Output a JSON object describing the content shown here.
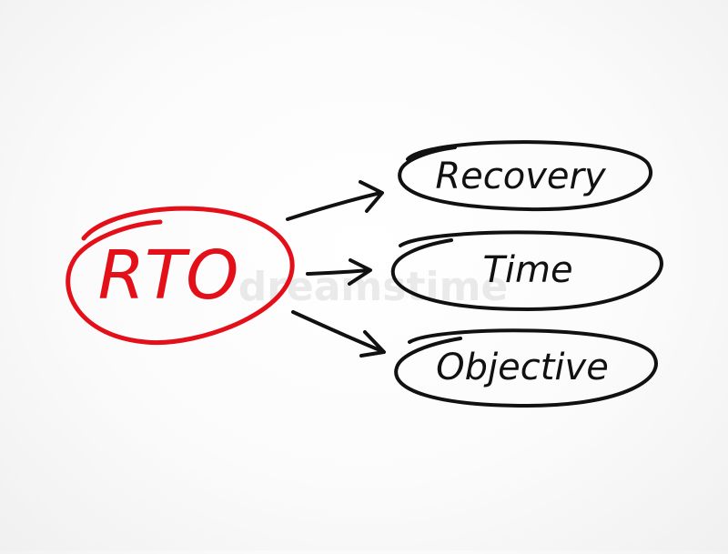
{
  "colors": {
    "accent": "#e3101a",
    "ink": "#111111",
    "background": "#ffffff",
    "watermark": "#d6d6d6"
  },
  "acronym": {
    "text": "RTO"
  },
  "terms": [
    {
      "label": "Recovery"
    },
    {
      "label": "Time"
    },
    {
      "label": "Objective"
    }
  ],
  "watermark": {
    "text": "dreamstime"
  }
}
